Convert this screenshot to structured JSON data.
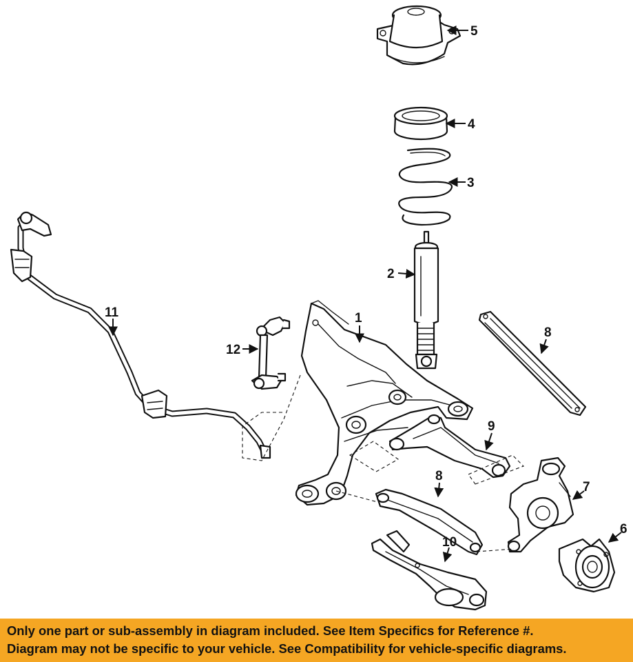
{
  "callouts": {
    "c1": "1",
    "c2": "2",
    "c3": "3",
    "c4": "4",
    "c5": "5",
    "c6": "6",
    "c7": "7",
    "c8a": "8",
    "c8b": "8",
    "c9": "9",
    "c10": "10",
    "c11": "11",
    "c12": "12"
  },
  "footer": {
    "line1": "Only one part or sub-assembly in diagram included. See Item Specifics for Reference #.",
    "line2": "Diagram may not be specific to your vehicle. See Compatibility for vehicle-specific diagrams."
  },
  "colors": {
    "banner": "#f5a623",
    "ink": "#111111",
    "background": "#ffffff"
  }
}
